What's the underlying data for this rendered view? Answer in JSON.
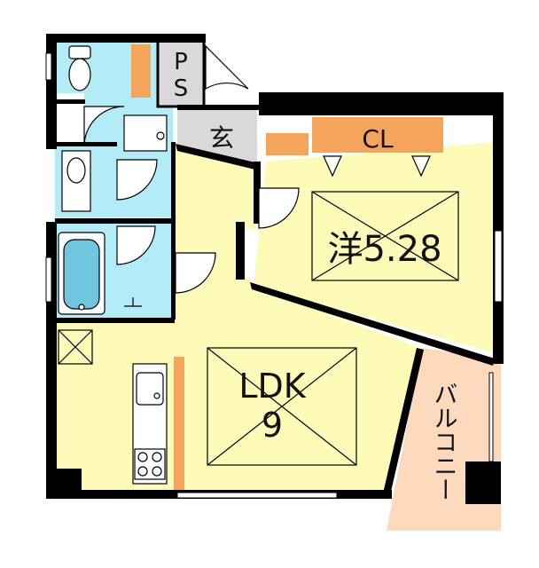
{
  "labels": {
    "ps_top": "P",
    "ps_bottom": "S",
    "entrance": "玄",
    "closet": "CL",
    "western_room": "洋5.28",
    "ldk_title": "LDK",
    "ldk_size": "9",
    "balcony": "バルコニー"
  },
  "colors": {
    "wall": "#000000",
    "wet_area": "#b3ecf7",
    "living_floor": "#fdfbb7",
    "balcony_floor": "#fdd9bd",
    "storage_accent": "#f5a45c",
    "entrance_floor": "#d9d9d9",
    "ps_box": "#d9d9d9"
  },
  "icons": [
    "toilet-icon",
    "washbasin-icon",
    "bathtub-icon",
    "kitchen-sink-icon",
    "gas-stove-icon",
    "washing-machine-pan-icon"
  ]
}
